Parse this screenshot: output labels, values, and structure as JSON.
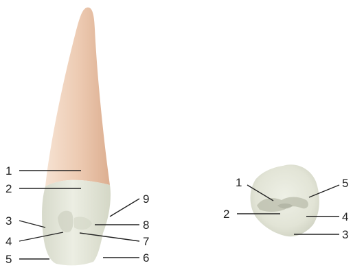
{
  "figure": {
    "left_view": {
      "labels": [
        "1",
        "2",
        "3",
        "4",
        "5",
        "9",
        "8",
        "7",
        "6"
      ]
    },
    "right_view": {
      "labels": [
        "1",
        "2",
        "5",
        "4",
        "3"
      ]
    }
  },
  "colors": {
    "root": "#ebc7ad",
    "crown": "#e4e6d8",
    "line": "#222222",
    "text": "#222222"
  }
}
